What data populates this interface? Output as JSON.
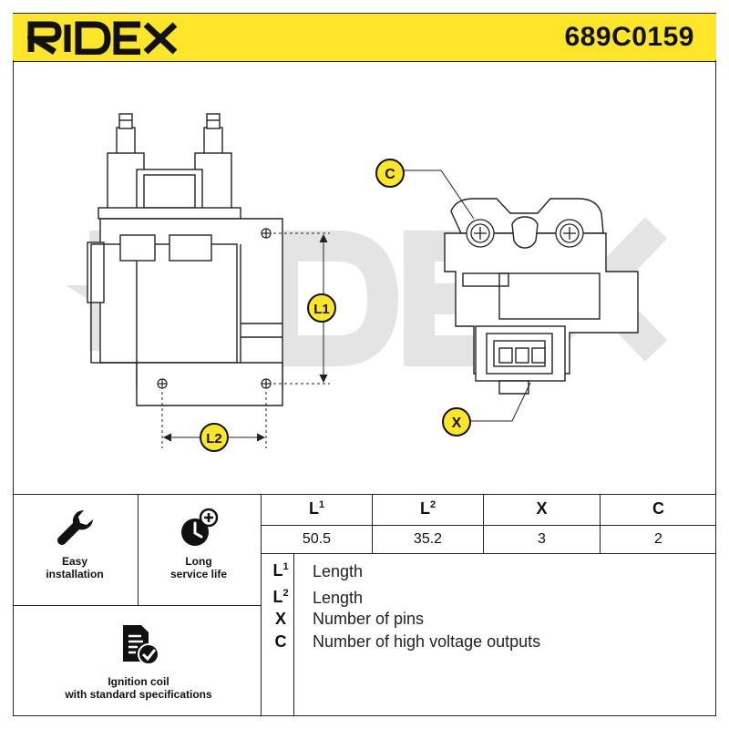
{
  "header": {
    "brand": "RIDEX",
    "part_number": "689C0159"
  },
  "callouts": {
    "l1": "L1",
    "l2": "L2",
    "c": "C",
    "x": "X"
  },
  "features": [
    {
      "label_line1": "Easy",
      "label_line2": "installation",
      "icon": "wrench-icon"
    },
    {
      "label_line1": "Long",
      "label_line2": "service life",
      "icon": "clock-plus-icon"
    },
    {
      "label_line1": "Ignition coil",
      "label_line2": "with standard specifications",
      "icon": "document-check-icon"
    }
  ],
  "specs": {
    "headers": [
      "L",
      "L",
      "X",
      "C"
    ],
    "header_sups": [
      "1",
      "2",
      "",
      ""
    ],
    "values": [
      "50.5",
      "35.2",
      "3",
      "2"
    ]
  },
  "legend": [
    {
      "key": "L",
      "sup": "1",
      "text": "Length"
    },
    {
      "key": "L",
      "sup": "2",
      "text": "Length"
    },
    {
      "key": "X",
      "sup": "",
      "text": "Number of pins"
    },
    {
      "key": "C",
      "sup": "",
      "text": "Number of high voltage outputs"
    }
  ],
  "colors": {
    "accent": "#fde52a",
    "line": "#222222",
    "watermark": "#e6e6e6"
  }
}
